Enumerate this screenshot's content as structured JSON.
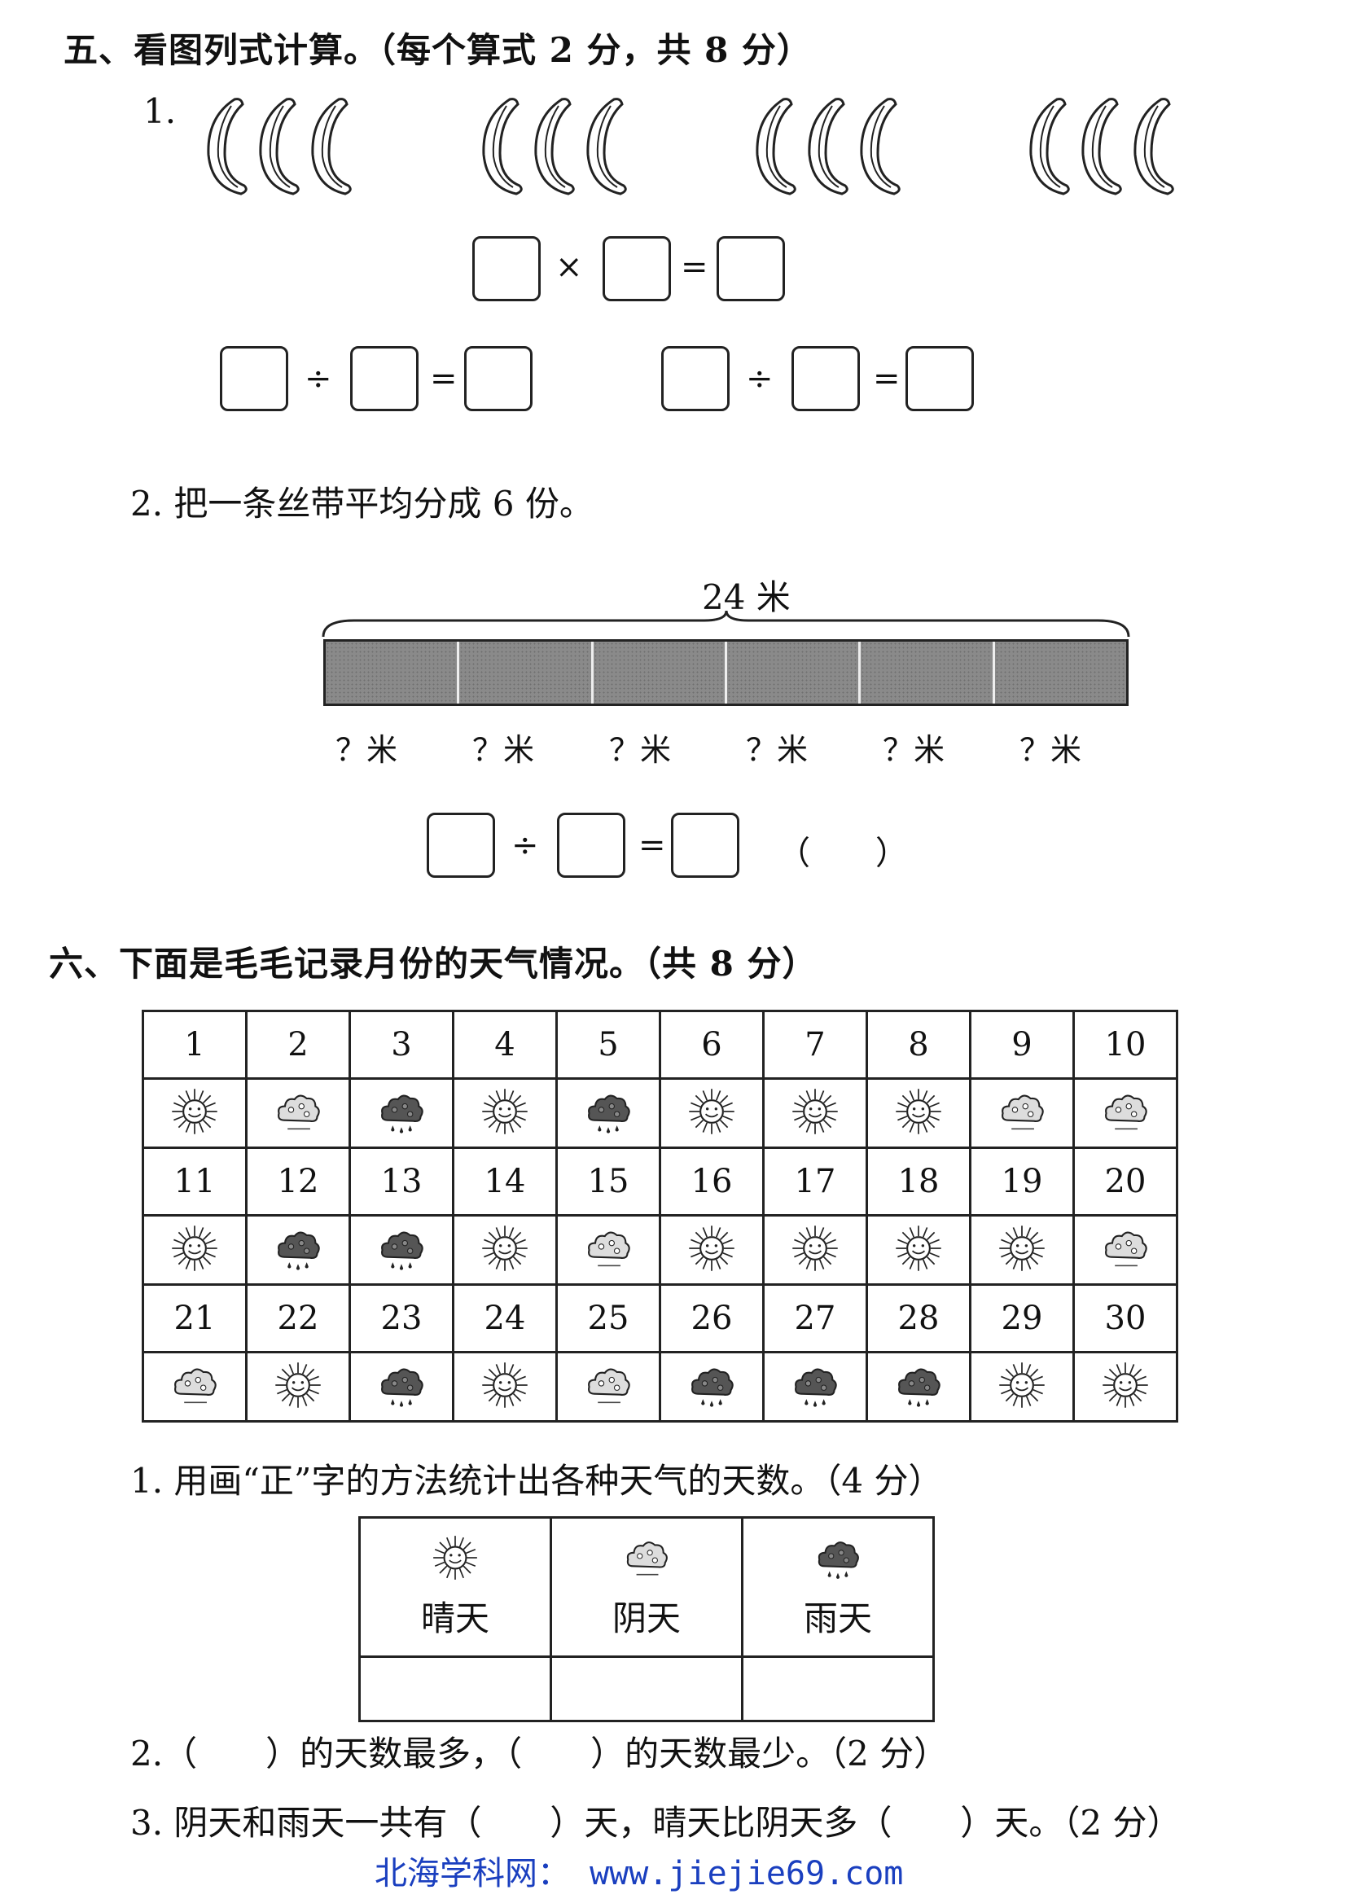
{
  "section5": {
    "heading": "五、看图列式计算。（每个算式 2 分，共 8 分）",
    "q1_label": "1.",
    "times": "×",
    "divide": "÷",
    "equals": "=",
    "q2_text": "2. 把一条丝带平均分成 6 份。",
    "ribbon_total": "24 米",
    "ribbon_part": "？米",
    "paren": "（　　）"
  },
  "section6": {
    "heading": "六、下面是毛毛记录月份的天气情况。（共 8 分）",
    "days": [
      {
        "day": "1",
        "weather": "sunny"
      },
      {
        "day": "2",
        "weather": "cloudy"
      },
      {
        "day": "3",
        "weather": "rainy"
      },
      {
        "day": "4",
        "weather": "sunny"
      },
      {
        "day": "5",
        "weather": "rainy"
      },
      {
        "day": "6",
        "weather": "sunny"
      },
      {
        "day": "7",
        "weather": "sunny"
      },
      {
        "day": "8",
        "weather": "sunny"
      },
      {
        "day": "9",
        "weather": "cloudy"
      },
      {
        "day": "10",
        "weather": "cloudy"
      },
      {
        "day": "11",
        "weather": "sunny"
      },
      {
        "day": "12",
        "weather": "rainy"
      },
      {
        "day": "13",
        "weather": "rainy"
      },
      {
        "day": "14",
        "weather": "sunny"
      },
      {
        "day": "15",
        "weather": "cloudy"
      },
      {
        "day": "16",
        "weather": "sunny"
      },
      {
        "day": "17",
        "weather": "sunny"
      },
      {
        "day": "18",
        "weather": "sunny"
      },
      {
        "day": "19",
        "weather": "sunny"
      },
      {
        "day": "20",
        "weather": "cloudy"
      },
      {
        "day": "21",
        "weather": "cloudy"
      },
      {
        "day": "22",
        "weather": "sunny"
      },
      {
        "day": "23",
        "weather": "rainy"
      },
      {
        "day": "24",
        "weather": "sunny"
      },
      {
        "day": "25",
        "weather": "cloudy"
      },
      {
        "day": "26",
        "weather": "rainy"
      },
      {
        "day": "27",
        "weather": "rainy"
      },
      {
        "day": "28",
        "weather": "rainy"
      },
      {
        "day": "29",
        "weather": "sunny"
      },
      {
        "day": "30",
        "weather": "sunny"
      }
    ],
    "q1": "1. 用画“正”字的方法统计出各种天气的天数。（4 分）",
    "tally_labels": [
      "晴天",
      "阴天",
      "雨天"
    ],
    "q2": "2.（　　）的天数最多，（　　）的天数最少。（2 分）",
    "q3": "3. 阴天和雨天一共有（　　）天，晴天比阴天多（　　）天。（2 分）"
  },
  "footer": "北海学科网： www.jiejie69.com",
  "icons": {
    "sunny": "sun-icon",
    "cloudy": "cloud-icon",
    "rainy": "rain-cloud-icon",
    "banana": "banana-icon"
  }
}
